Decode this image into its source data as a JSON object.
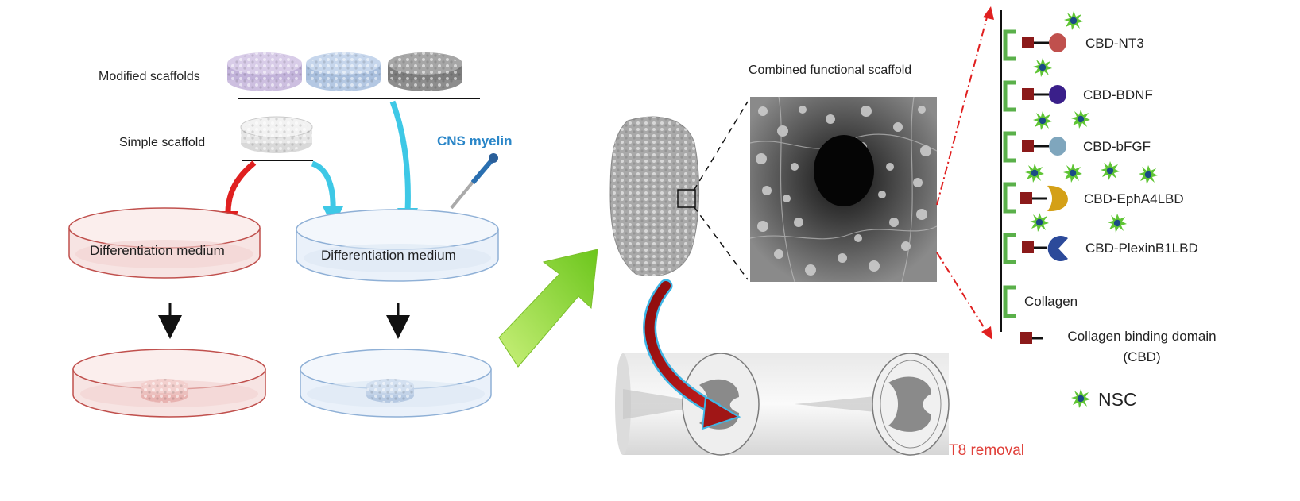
{
  "labels": {
    "modified_scaffolds": "Modified scaffolds",
    "simple_scaffold": "Simple scaffold",
    "cns_myelin": "CNS myelin",
    "medium_left": "Differentiation medium",
    "medium_right": "Differentiation medium",
    "combined": "Combined functional scaffold",
    "t8_removal": "T8 removal"
  },
  "legend": {
    "items": [
      "CBD-NT3",
      "CBD-BDNF",
      "CBD-bFGF",
      "CBD-EphA4LBD",
      "CBD-PlexinB1LBD"
    ],
    "collagen": "Collagen",
    "cbd_line1": "Collagen binding domain",
    "cbd_line2": "(CBD)",
    "nsc": "NSC"
  },
  "colors": {
    "red_dish": "#c0504d",
    "blue_dish": "#8fb0d6",
    "red_arrow": "#e02020",
    "cyan_arrow": "#3ec8e6",
    "green_arrow": "#7ed321",
    "collagen_green": "#5ab04a",
    "cbd_square": "#8b1a1a",
    "nt3": "#c0504d",
    "bdnf": "#3a1f8a",
    "bfgf": "#7fa6bd",
    "epha4": "#d4a017",
    "plexin": "#2c4a9a",
    "nsc_green": "#5fc534"
  }
}
